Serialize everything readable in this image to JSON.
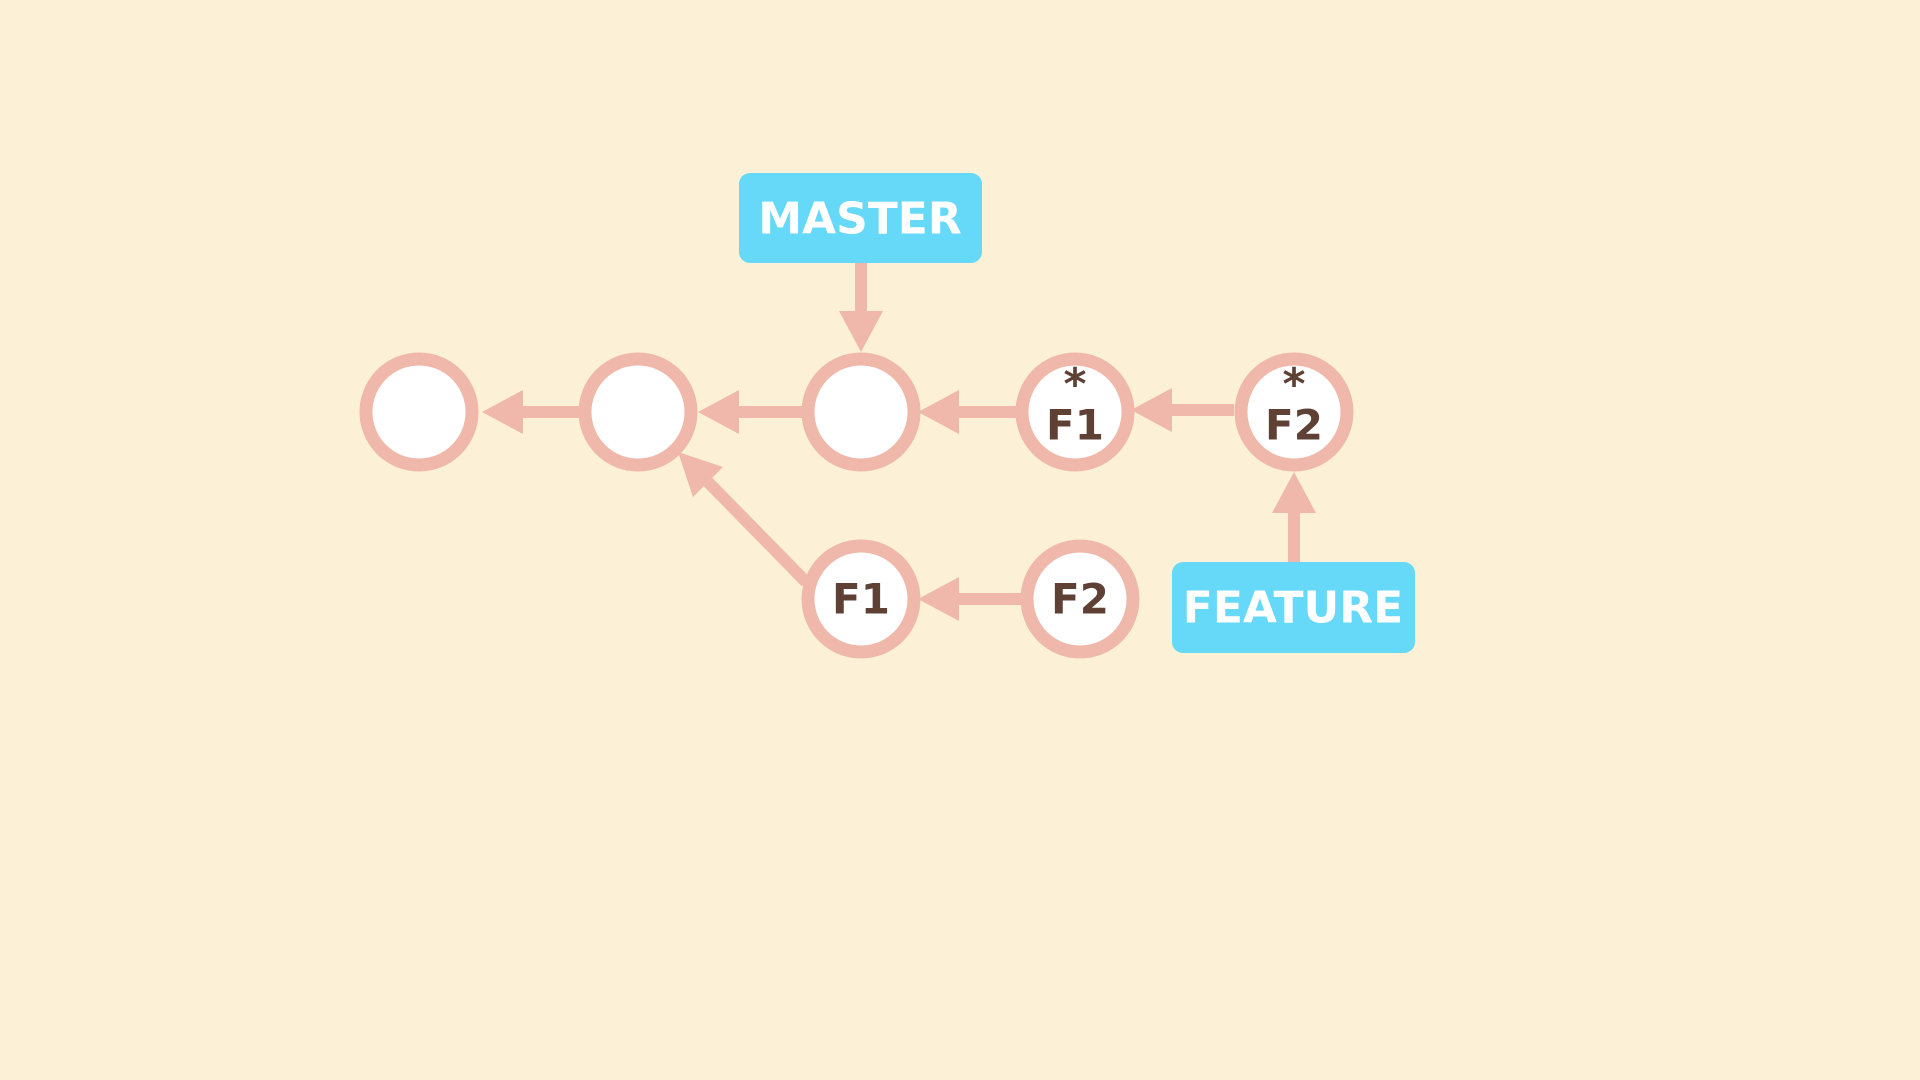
{
  "colors": {
    "background": "#fcf1d6",
    "commit_ring": "#efb8aa",
    "commit_fill": "#ffffff",
    "arrow": "#efb8aa",
    "commit_text": "#5e4035",
    "branch_fill": "#66d8f8",
    "branch_text": "#ffffff"
  },
  "branches": {
    "master": {
      "label": "MASTER"
    },
    "feature": {
      "label": "FEATURE"
    }
  },
  "commits": {
    "main_row": [
      {
        "label": "",
        "rebased_marker": ""
      },
      {
        "label": "",
        "rebased_marker": ""
      },
      {
        "label": "",
        "rebased_marker": ""
      },
      {
        "label": "F1",
        "rebased_marker": "*"
      },
      {
        "label": "F2",
        "rebased_marker": "*"
      }
    ],
    "original_feature_row": [
      {
        "label": "F1"
      },
      {
        "label": "F2"
      }
    ]
  }
}
